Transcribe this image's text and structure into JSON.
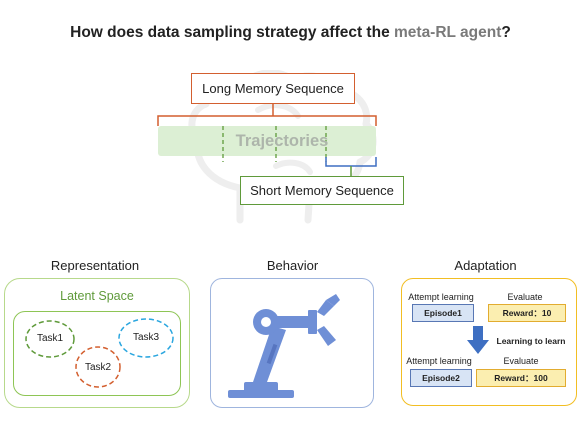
{
  "title": {
    "prefix": "How does data sampling strategy affect the ",
    "accent": "meta-RL agent",
    "suffix": "?"
  },
  "memory": {
    "long_label": "Long Memory Sequence",
    "short_label": "Short Memory Sequence",
    "trajectories_label": "Trajectories"
  },
  "representation": {
    "title": "Representation",
    "latent_label": "Latent Space",
    "tasks": [
      "Task1",
      "Task2",
      "Task3"
    ]
  },
  "behavior": {
    "title": "Behavior"
  },
  "adaptation": {
    "title": "Adaptation",
    "attempt_label_1": "Attempt learning",
    "evaluate_label_1": "Evaluate",
    "episode1": "Episode1",
    "reward1": "Reward：10",
    "learning_to_learn": "Learning to learn",
    "attempt_label_2": "Attempt learning",
    "evaluate_label_2": "Evaluate",
    "episode2": "Episode2",
    "reward2": "Reward：100"
  },
  "colors": {
    "long": "#d35f2f",
    "short": "#5f9a3a",
    "trajectory_fill": "#dcefd4",
    "representation": "#8ec555",
    "behavior": "#9fb5de",
    "adaptation": "#f2be23",
    "task1": "#5f9a3a",
    "task2": "#d35f2f",
    "task3": "#2aa6df",
    "arrow": "#3e6fc2"
  }
}
